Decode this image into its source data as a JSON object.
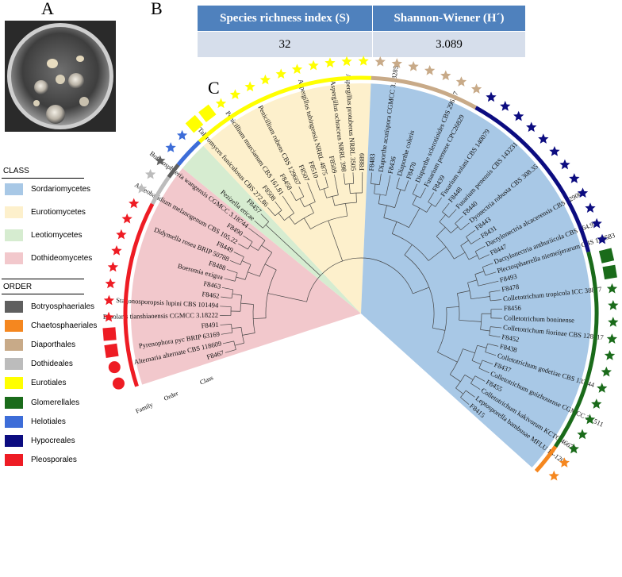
{
  "panels": {
    "a": "A",
    "b": "B",
    "c": "C"
  },
  "index_table": {
    "headers": [
      "Species richness index (S)",
      "Shannon-Wiener (H´)"
    ],
    "values": [
      "32",
      "3.089"
    ]
  },
  "ring_labels": [
    "Family",
    "Order",
    "Class"
  ],
  "legend": {
    "class_title": "CLASS",
    "classes": [
      {
        "label": "Sordariomycetes",
        "color": "#a8c8e6"
      },
      {
        "label": "Eurotiomycetes",
        "color": "#fdf0cc"
      },
      {
        "label": "Leotiomycetes",
        "color": "#d6ecd0"
      },
      {
        "label": "Dothideomycetes",
        "color": "#f2c8cc"
      }
    ],
    "order_title": "ORDER",
    "orders": [
      {
        "label": "Botryosphaeriales",
        "color": "#5f5f5f"
      },
      {
        "label": "Chaetosphaeriales",
        "color": "#f5871f"
      },
      {
        "label": "Diaporthales",
        "color": "#c8aa88"
      },
      {
        "label": "Dothideales",
        "color": "#bcbcbc"
      },
      {
        "label": "Eurotiales",
        "color": "#ffff00"
      },
      {
        "label": "Glomerellales",
        "color": "#1a6b1a"
      },
      {
        "label": "Helotiales",
        "color": "#3d6dd8"
      },
      {
        "label": "Hypocreales",
        "color": "#0c0c80"
      },
      {
        "label": "Pleosporales",
        "color": "#ee1c24"
      }
    ]
  },
  "tree": {
    "leaves": [
      "F8467",
      "Alternaria alternate CBS 118609",
      "Pyrenophora pyc BRIP 63169",
      "F8491",
      "Bipolaris tianshiaoensis CGMCC 3.18222",
      "Stagonosporopsis lupini CBS 101494",
      "F8462",
      "F8463",
      "Boeremia exigua",
      "F8488",
      "Didymella rosea BRIP 50788",
      "F8449",
      "Aureobasidium melanogenum CBS 105.22",
      "F8490",
      "Botryosphaeria wangensis CGMCC 3.18744",
      "Pezizella ericae",
      "F8457",
      "Talaromyces funiculosus CBS 272.86",
      "F8508",
      "Penicillium murcianum CBS 161.81",
      "F8458",
      "Penicillium rubens CBS 129667",
      "F8507",
      "F8510",
      "Aspergillus tubingensis NRRL 4875",
      "F8509",
      "Aspergillus ochraceus NRRL 398",
      "Aspergillus protuberus NRRL 3505",
      "F8889",
      "F8483",
      "Diaporthe acutispora CGMCC 3.18285",
      "F8436",
      "Diaporthe coleris",
      "F8470",
      "Diaporthe sclerotioides CBS 296.67",
      "Fusarium pernese CPC26829",
      "F8439",
      "Fusarium solani CBS 140079",
      "F8448",
      "Fusarium penensis CBS 143231",
      "F8440",
      "Dyonectria robusta CBS 308.35",
      "F8443",
      "F8431",
      "Dactylonectria alcacerensis CBS 129087",
      "F8447",
      "Dactylonectria anthuriicola CBS 564.95",
      "Plectosphaerella niemeijerarum CBS 142583",
      "F8493",
      "F8478",
      "Colletotrichum tropicola ICC 38877",
      "F8456",
      "Colletotrichum boninense",
      "Colletotrichum fiorinae CBS 128517",
      "F8452",
      "F8438",
      "Colletotrichum godetiae CBS 133.44",
      "F8437",
      "Colletotrichum guizhouense CGMCC 3.1511",
      "F8455",
      "Colletotrichum kakivorum KCTC 46679",
      "Leptosporella bambusae MFLU 15-1203",
      "F8415"
    ],
    "class_sectors": [
      {
        "name": "Dothideomycetes",
        "from": 0,
        "to": 14
      },
      {
        "name": "Leotiomycetes",
        "from": 15,
        "to": 16
      },
      {
        "name": "Eurotiomycetes",
        "from": 17,
        "to": 28
      },
      {
        "name": "Sordariomycetes",
        "from": 29,
        "to": 62
      }
    ],
    "order_sectors": [
      {
        "name": "Pleosporales",
        "from": 0,
        "to": 11
      },
      {
        "name": "Dothideales",
        "from": 12,
        "to": 13
      },
      {
        "name": "Botryosphaeriales",
        "from": 14,
        "to": 14
      },
      {
        "name": "Helotiales",
        "from": 15,
        "to": 16
      },
      {
        "name": "Eurotiales",
        "from": 17,
        "to": 28
      },
      {
        "name": "Diaporthales",
        "from": 29,
        "to": 35
      },
      {
        "name": "Hypocreales",
        "from": 36,
        "to": 47
      },
      {
        "name": "Glomerellales",
        "from": 48,
        "to": 60
      },
      {
        "name": "Chaetosphaeriales",
        "from": 61,
        "to": 62
      }
    ],
    "family_markers": [
      {
        "shape": "circle",
        "color": "#ee1c24",
        "count": 2
      },
      {
        "shape": "square",
        "color": "#ee1c24",
        "count": 2
      },
      {
        "shape": "star",
        "color": "#ee1c24",
        "count": 8
      },
      {
        "shape": "star",
        "color": "#bcbcbc",
        "count": 2
      },
      {
        "shape": "star",
        "color": "#5f5f5f",
        "count": 1
      },
      {
        "shape": "star",
        "color": "#3d6dd8",
        "count": 2
      },
      {
        "shape": "square",
        "color": "#ffff00",
        "count": 2
      },
      {
        "shape": "star",
        "color": "#ffff00",
        "count": 10
      },
      {
        "shape": "star",
        "color": "#c8aa88",
        "count": 7
      },
      {
        "shape": "star",
        "color": "#0c0c80",
        "count": 12
      },
      {
        "shape": "square",
        "color": "#1a6b1a",
        "count": 2
      },
      {
        "shape": "star",
        "color": "#1a6b1a",
        "count": 11
      },
      {
        "shape": "star",
        "color": "#f5871f",
        "count": 2
      }
    ]
  }
}
